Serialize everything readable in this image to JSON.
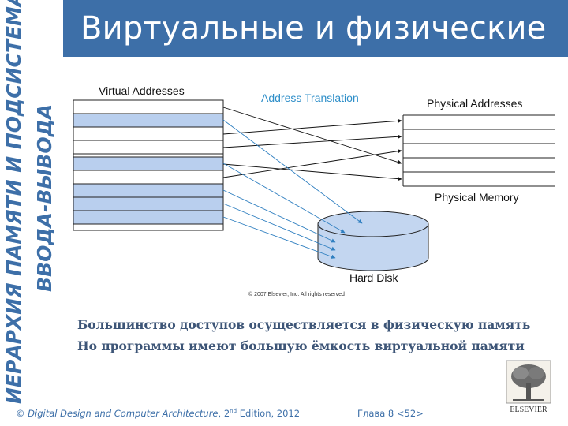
{
  "title": "Виртуальные и физические адреса",
  "sidebar": {
    "line1": "ИЕРАРХИЯ ПАМЯТИ И ПОДСИСТЕМА",
    "line2": "ВВОДА-ВЫВОДА"
  },
  "diagram": {
    "virtual_label": "Virtual Addresses",
    "translation_label": "Address Translation",
    "physical_addresses_label": "Physical Addresses",
    "physical_memory_label": "Physical Memory",
    "hard_disk_label": "Hard Disk",
    "copyright": "© 2007 Elsevier, Inc. All rights reserved",
    "colors": {
      "highlight_row": "#b9cfee",
      "disk_fill": "#c3d6f0",
      "accent": "#3d6fa8",
      "translation_text": "#2f8fc9"
    }
  },
  "bullets": [
    "Большинство доступов осуществляется в физическую память",
    "Но программы имеют большую ёмкость виртуальной памяти"
  ],
  "footer": {
    "copyright_symbol": "©",
    "book_title": "Digital Design and Computer Architecture",
    "edition_number": "2",
    "edition_suffix": "nd",
    "edition_rest": "Edition, 2012",
    "chapter": "Глава 8 <52>"
  },
  "logo": {
    "text": "ELSEVIER",
    "icon": "elsevier-tree-icon"
  }
}
